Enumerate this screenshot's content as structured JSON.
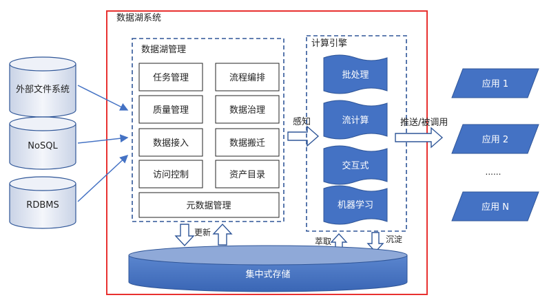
{
  "system": {
    "title": "数据湖系统"
  },
  "sources": [
    {
      "label": "外部文件系统"
    },
    {
      "label": "NoSQL"
    },
    {
      "label": "RDBMS"
    }
  ],
  "management": {
    "title": "数据湖管理",
    "items": [
      "任务管理",
      "流程编排",
      "质量管理",
      "数据治理",
      "数据接入",
      "数据搬迁",
      "访问控制",
      "资产目录"
    ],
    "metadata": "元数据管理"
  },
  "engine": {
    "title": "计算引擎",
    "items": [
      "批处理",
      "流计算",
      "交互式",
      "机器学习"
    ]
  },
  "flows": {
    "perceive": "感知",
    "push": "推送/被调用",
    "update": "更新",
    "extract": "萃取",
    "sediment": "沉淀"
  },
  "storage": {
    "label": "集中式存储"
  },
  "apps": [
    {
      "label": "应用 1"
    },
    {
      "label": "应用 2"
    },
    {
      "label": "应用 N"
    }
  ],
  "apps_ellipsis": "......",
  "colors": {
    "frame_red": "#e8302f",
    "dashed_blue": "#2e5597",
    "shape_fill": "#4472c4",
    "shape_dark": "#2f5597",
    "text": "#222222"
  }
}
